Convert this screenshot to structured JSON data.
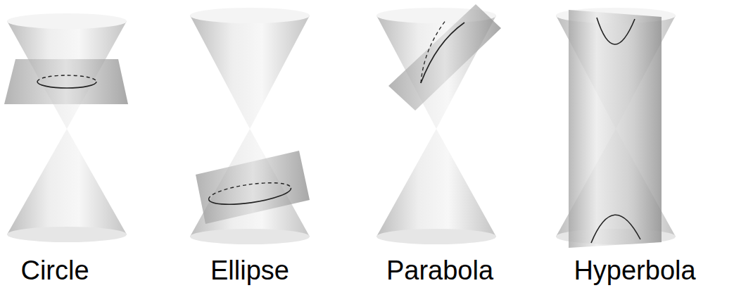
{
  "diagram": {
    "labels": [
      "Circle",
      "Ellipse",
      "Parabola",
      "Hyperbola"
    ]
  }
}
